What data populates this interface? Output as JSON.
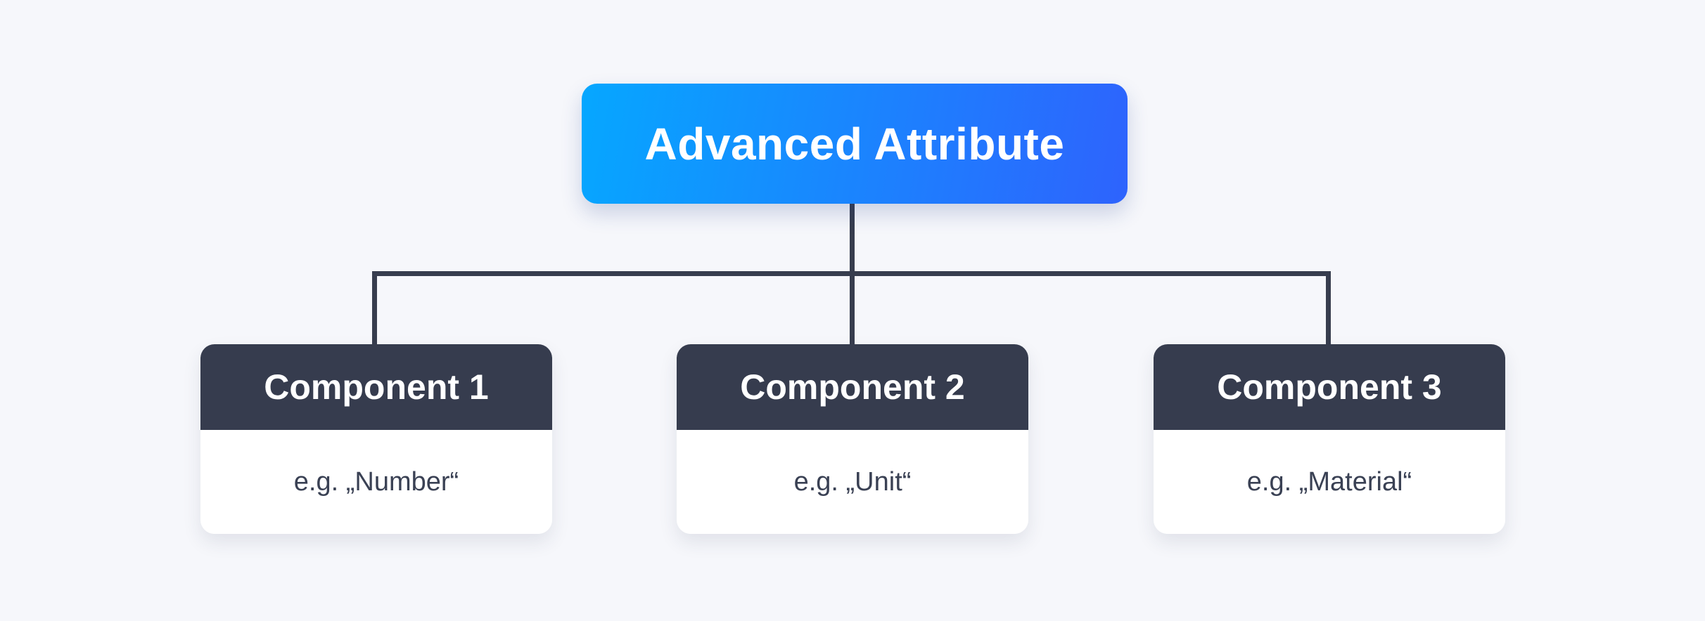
{
  "diagram": {
    "root": {
      "label": "Advanced Attribute"
    },
    "components": [
      {
        "title": "Component 1",
        "example": "e.g. „Number“"
      },
      {
        "title": "Component 2",
        "example": "e.g. „Unit“"
      },
      {
        "title": "Component 3",
        "example": "e.g. „Material“"
      }
    ],
    "colors": {
      "background": "#F6F7FB",
      "root_gradient_start": "#06A7FF",
      "root_gradient_end": "#2E63FD",
      "component_header": "#363C4E",
      "connector": "#373D4E",
      "body_text": "#3A4154"
    }
  }
}
